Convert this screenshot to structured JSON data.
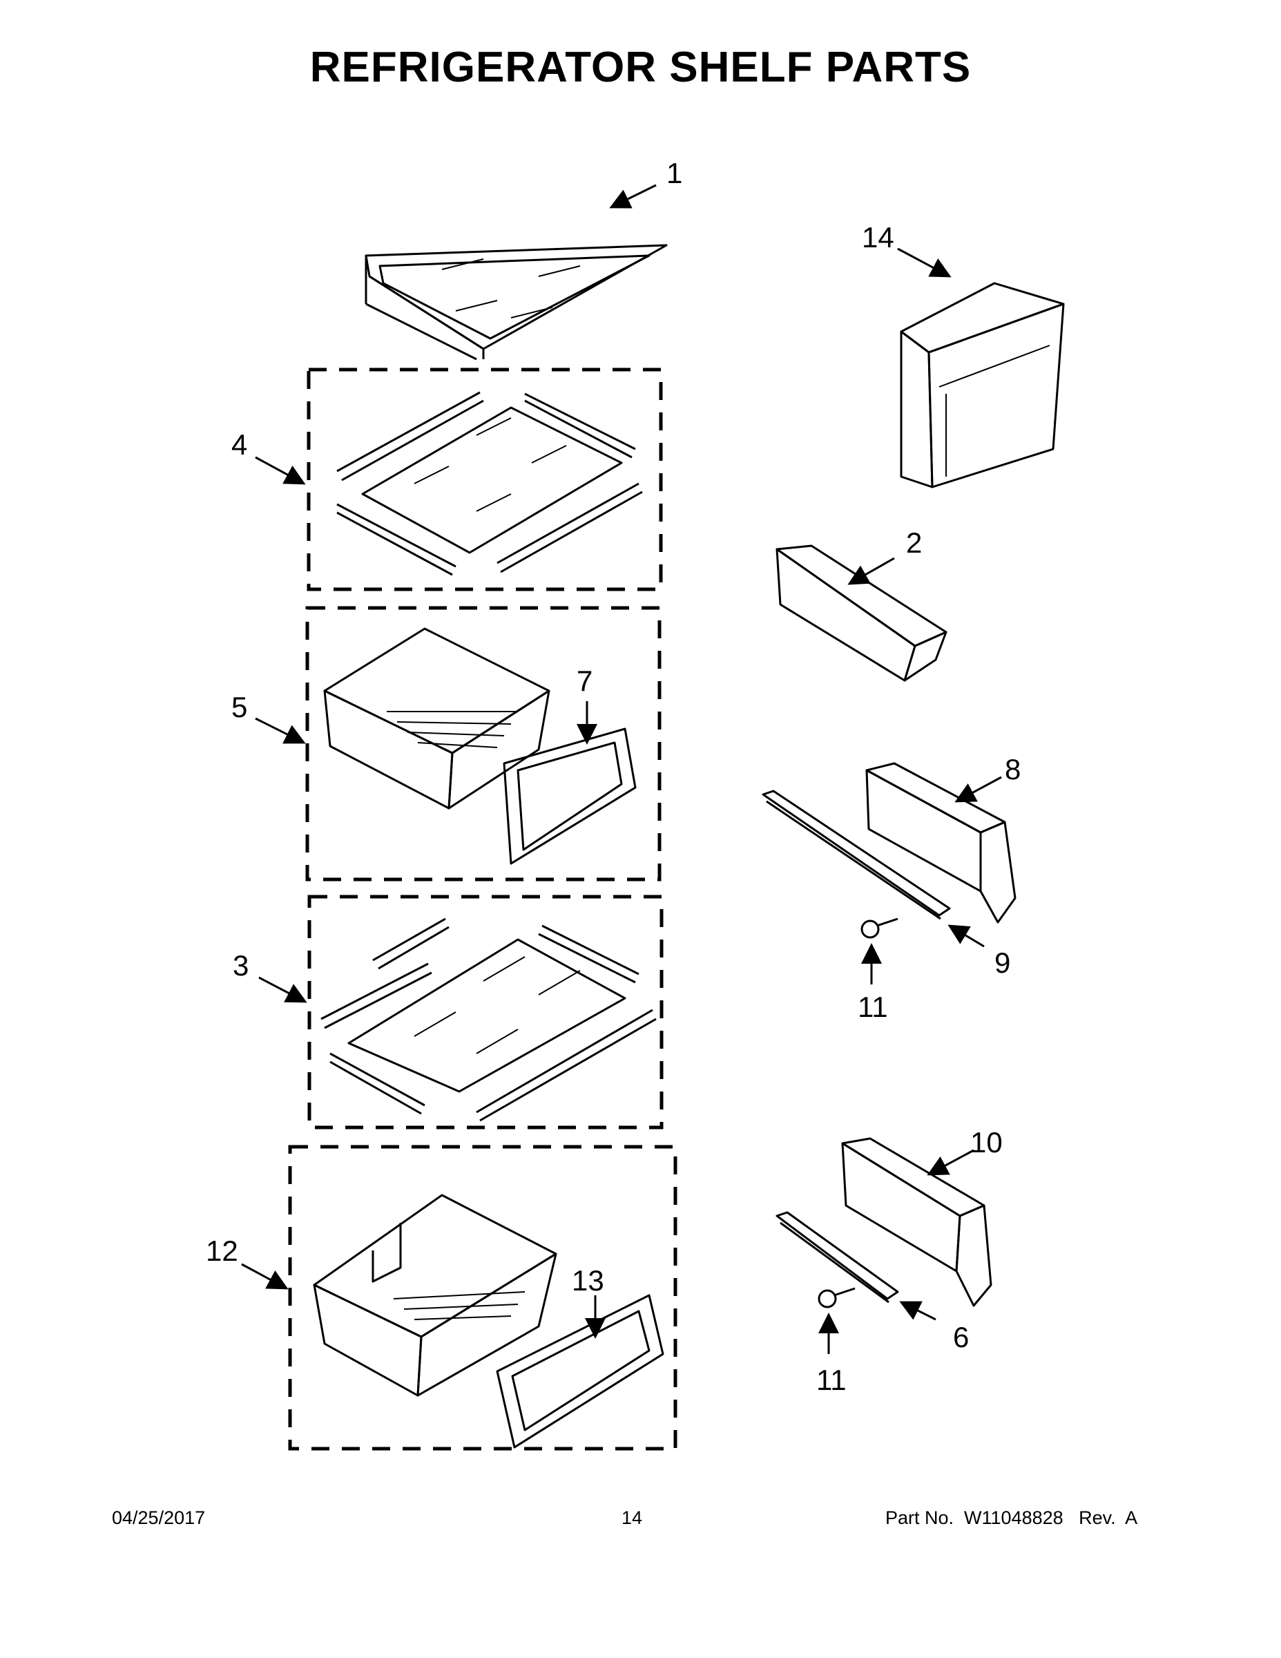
{
  "title": "REFRIGERATOR SHELF PARTS",
  "callouts": {
    "c1": "1",
    "c2": "2",
    "c3": "3",
    "c4": "4",
    "c5": "5",
    "c6": "6",
    "c7": "7",
    "c8": "8",
    "c9": "9",
    "c10": "10",
    "c11a": "11",
    "c11b": "11",
    "c12": "12",
    "c13": "13",
    "c14": "14"
  },
  "footer": {
    "date": "04/25/2017",
    "page": "14",
    "part_no": "Part No.  W11048828   Rev.  A"
  }
}
